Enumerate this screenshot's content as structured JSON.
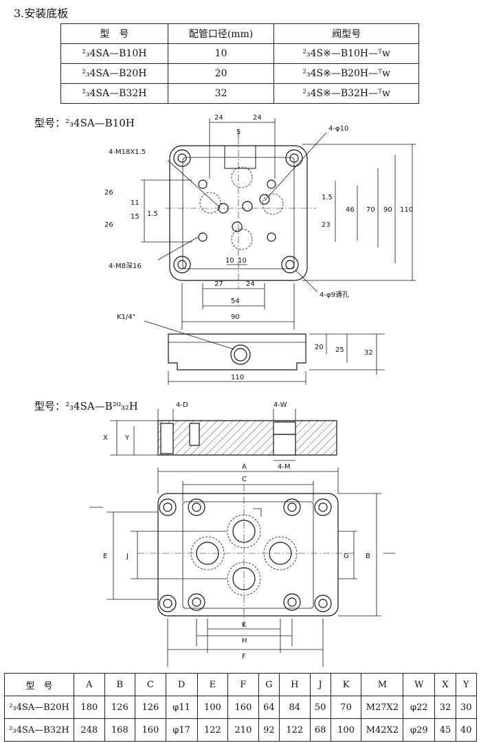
{
  "heading": "3.安装底板",
  "table1": {
    "headers": [
      "型　号",
      "配管口径(mm)",
      "阀型号"
    ],
    "rows": [
      [
        "²₃4SA—B10H",
        "10",
        "²₃4S※—B10H—ᵀw"
      ],
      [
        "²₃4SA—B20H",
        "20",
        "²₃4S※—B20H—ᵀw"
      ],
      [
        "²₃4SA—B32H",
        "32",
        "²₃4S※—B32H—ᵀw"
      ]
    ]
  },
  "drawing1": {
    "model": "型号：²₃4SA—B10H",
    "labels": {
      "d24a": "24",
      "d24b": "24",
      "d5": "5",
      "d4phi10": "4-φ10",
      "m18": "4-M18X1.5",
      "d26a": "26",
      "d11": "11",
      "d15": "15",
      "d1_5": "1.5",
      "d26b": "26",
      "d1_5r": "1.5",
      "d23": "23",
      "d46": "46",
      "d70": "70",
      "d90v": "90",
      "d110v": "110",
      "m8": "4-M8深16",
      "d10a": "10",
      "d10b": "10",
      "d27": "27",
      "d24c": "24",
      "d54": "54",
      "d4phi9": "4-φ9通孔",
      "d90h": "90",
      "k14": "K1/4\"",
      "d20": "20",
      "d25": "25",
      "d32": "32",
      "d110h": "110"
    }
  },
  "drawing2": {
    "model": "型号：²₃4SA—B²⁰₃₂H",
    "labels": {
      "d4D": "4-D",
      "d4W": "4-W",
      "dX": "X",
      "dY": "Y",
      "d4M": "4-M",
      "dA": "A",
      "dC": "C",
      "dE": "E",
      "dJ": "J",
      "dG": "G",
      "dB": "B",
      "dK": "K",
      "dH": "H",
      "dF": "F"
    }
  },
  "table2": {
    "headers": [
      "型　号",
      "A",
      "B",
      "C",
      "D",
      "E",
      "F",
      "G",
      "H",
      "J",
      "K",
      "M",
      "W",
      "X",
      "Y"
    ],
    "rows": [
      [
        "²₃4SA—B20H",
        "180",
        "126",
        "126",
        "φ11",
        "100",
        "160",
        "64",
        "84",
        "50",
        "70",
        "M27X2",
        "φ22",
        "32",
        "30"
      ],
      [
        "²₃4SA—B32H",
        "248",
        "168",
        "160",
        "φ17",
        "122",
        "210",
        "92",
        "122",
        "68",
        "100",
        "M42X2",
        "φ29",
        "45",
        "40"
      ]
    ]
  }
}
